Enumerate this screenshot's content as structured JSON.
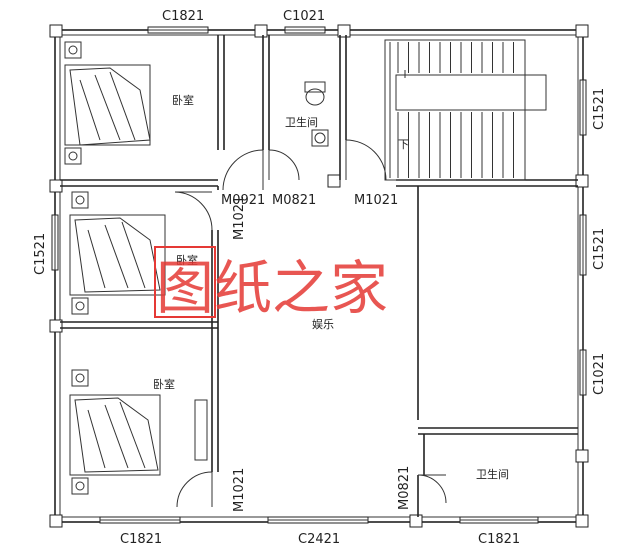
{
  "watermark": {
    "text": "图纸之家",
    "color": "#e53935"
  },
  "rooms": {
    "bedroom_top": "卧室",
    "bedroom_mid": "卧室",
    "bedroom_bottom": "卧室",
    "bathroom_top": "卫生间",
    "bathroom_bottom": "卫生间",
    "entertainment": "娱乐",
    "stair_down": "下"
  },
  "windows": {
    "top_left": "C1821",
    "top_mid": "C1021",
    "left": "C1521",
    "right_top": "C1521",
    "right_mid": "C1521",
    "right_low": "C1021",
    "bottom_left": "C1821",
    "bottom_mid": "C2421",
    "bottom_right": "C1821"
  },
  "doors": {
    "m0921": "M0921",
    "m0821_top": "M0821",
    "m1021_top": "M1021",
    "m1021_mid": "M1021",
    "m1021_bottom": "M1021",
    "m0821_bottom": "M0821"
  }
}
